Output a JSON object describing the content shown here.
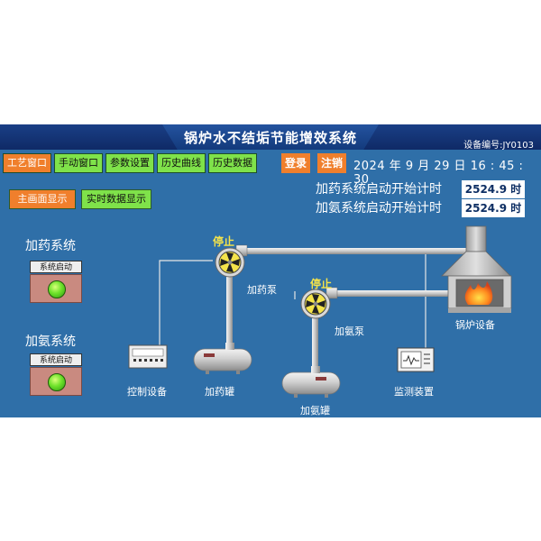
{
  "header": {
    "title": "锅炉水不结垢节能增效系统",
    "device_id": "设备编号:JY0103"
  },
  "nav": {
    "tabs": [
      {
        "label": "工艺窗口",
        "active": true
      },
      {
        "label": "手动窗口",
        "active": false
      },
      {
        "label": "参数设置",
        "active": false
      },
      {
        "label": "历史曲线",
        "active": false
      },
      {
        "label": "历史数据",
        "active": false
      }
    ],
    "login_label": "登录",
    "logout_label": "注销",
    "datetime": "2024 年 9 月  29 日 16 : 45 : 30"
  },
  "subnav": {
    "main_label": "主画面显示",
    "realtime_label": "实时数据显示"
  },
  "timers": [
    {
      "label": "加药系统启动开始计时",
      "value": "2524.9 时"
    },
    {
      "label": "加氨系统启动开始计时",
      "value": "2524.9 时"
    }
  ],
  "systems": [
    {
      "label": "加药系统",
      "tag": "系统启动"
    },
    {
      "label": "加氨系统",
      "tag": "系统启动"
    }
  ],
  "process": {
    "pump1_status": "停止",
    "pump1_label": "加药泵",
    "pump2_status": "停止",
    "pump2_label": "加氨泵",
    "boiler_label": "锅炉设备",
    "control_label": "控制设备",
    "tank1_label": "加药罐",
    "tank2_label": "加氨罐",
    "monitor_label": "监测装置"
  },
  "colors": {
    "background": "#2f6fa8",
    "title_bar": "#0f2a66",
    "button_active": "#f07f2c",
    "button_normal": "#7fe24a",
    "status_text": "#f4e34a",
    "indicator_on": "#6ee22a"
  }
}
